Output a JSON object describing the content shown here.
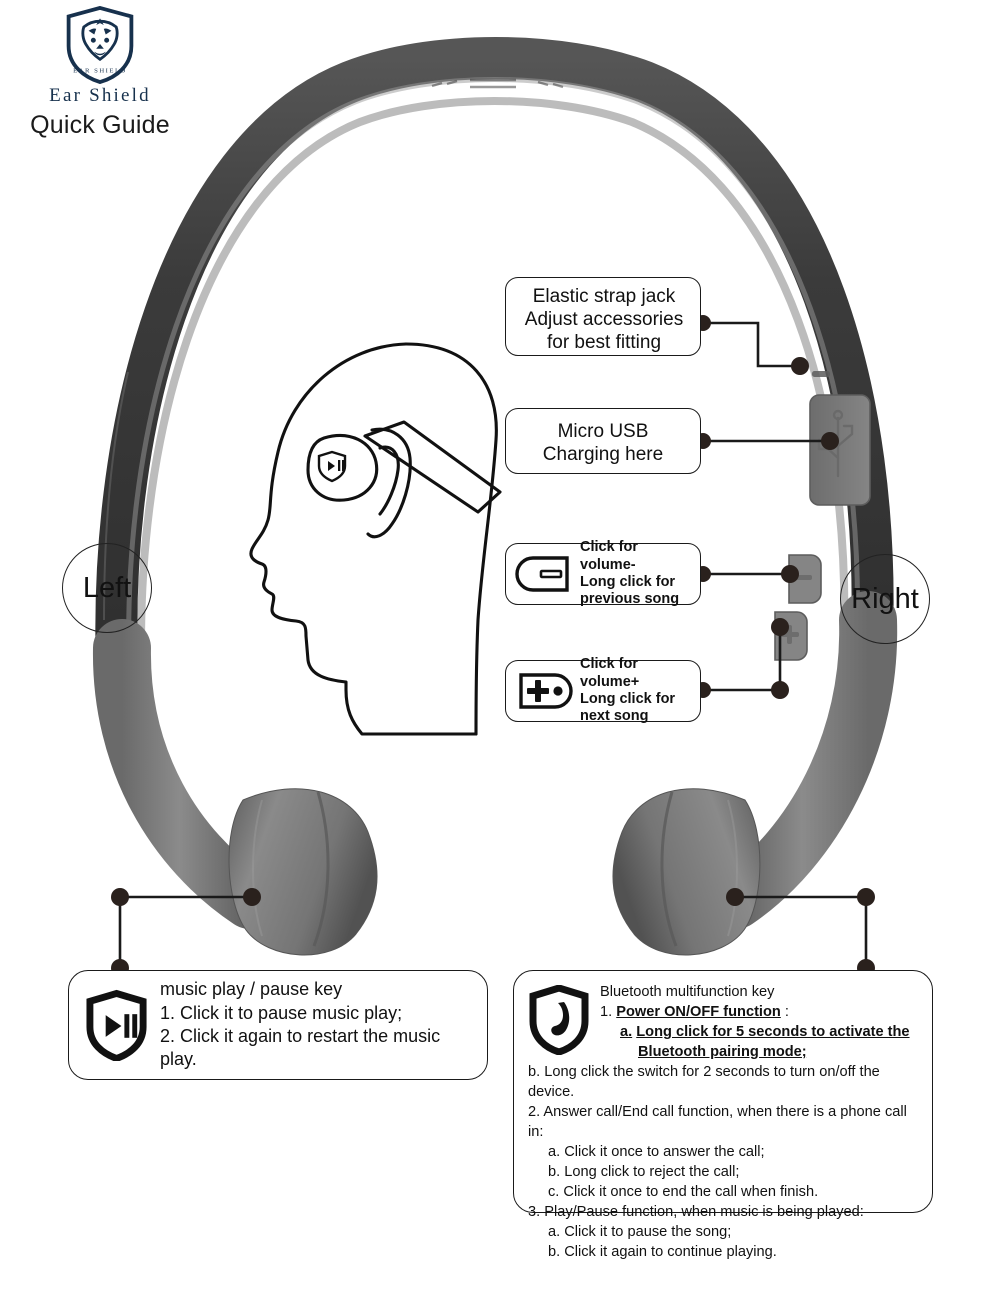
{
  "brand": {
    "logo_icon": "lion-shield-logo",
    "shield_text": "EAR SHIELD",
    "name": "Ear Shield",
    "subtitle": "Quick Guide",
    "logo_color": "#17314d"
  },
  "product": {
    "type": "bone-conduction-headset",
    "band_color_dark": "#3d3d3d",
    "band_color_mid": "#6f6f6f",
    "arm_color": "#7f7f7f",
    "pad_color": "#6e6e6e"
  },
  "side_labels": {
    "left": "Left",
    "right": "Right"
  },
  "head_diagram": {
    "name": "head-profile-illustration",
    "pad_icon": "play-pause-shield-icon"
  },
  "callouts": [
    {
      "id": "strap",
      "icon": null,
      "lines": [
        "Elastic strap jack",
        "Adjust accessories",
        "for best fitting"
      ]
    },
    {
      "id": "usb",
      "icon": null,
      "lines": [
        "Micro USB",
        "Charging here"
      ]
    },
    {
      "id": "volume_minus",
      "icon": "volume-minus-key-icon",
      "lines": [
        "Click for volume-",
        "Long click for",
        "previous song"
      ]
    },
    {
      "id": "volume_plus",
      "icon": "volume-plus-key-icon",
      "lines": [
        "Click for volume+",
        "Long click for",
        "next song"
      ]
    }
  ],
  "play_pause_callout": {
    "icon": "play-pause-shield-icon",
    "title": "music play / pause key",
    "lines": [
      "1. Click it to  pause music play;",
      "2. Click it again to restart  the music play."
    ]
  },
  "bluetooth_callout": {
    "icon": "phone-shield-icon",
    "title": "Bluetooth multifunction key",
    "item1_num": "1.",
    "item1_label": "Power ON/OFF function",
    "item1_colon": ":",
    "item1a_label": "a.",
    "item1a_line1": "Long click for 5 seconds to activate the",
    "item1a_line2": "Bluetooth pairing mode;",
    "item1b": "b. Long click the switch for 2 seconds to turn on/off the device.",
    "item2": "2. Answer call/End call function, when there is a phone call in:",
    "item2a": "a. Click it once to answer the call;",
    "item2b": "b. Long click to reject the call;",
    "item2c": "c. Click it once to end the call when finish.",
    "item3": "3. Play/Pause function, when music is being played:",
    "item3a": "a. Click it to pause the song;",
    "item3b": "b. Click it again to continue playing."
  },
  "device_marks": {
    "usb_port_icon": "micro-usb-icon",
    "volume_minus_button_icon": "minus-icon",
    "volume_plus_button_icon": "plus-icon",
    "strap_jack_icon": "strap-jack-slot"
  }
}
